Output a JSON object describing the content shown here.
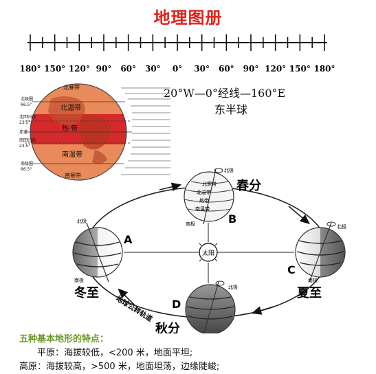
{
  "title": "地理图册",
  "longitude_scale": {
    "labels": [
      "180°",
      "150°",
      "120°",
      "90°",
      "60°",
      "30°",
      "0°",
      "30°",
      "60°",
      "90°",
      "120°",
      "150°",
      "180°"
    ]
  },
  "hemisphere": {
    "line": "20°W—0°经线—160°E",
    "name": "东半球"
  },
  "globe_zones": {
    "north_frigid": "北寒带",
    "north_temperate": "北温带",
    "tropic": "热  带",
    "south_temperate": "南温带",
    "south_frigid": "南寒带",
    "arctic_circle": "北极圈",
    "tropic_cancer": "北回归线",
    "equator": "赤道",
    "tropic_capricorn": "南回归线",
    "antarctic_circle": "南极圈",
    "deg_n": "66.5°",
    "deg_tn": "23.5°",
    "deg_ts": "23.5°",
    "deg_s": "66.5°"
  },
  "orbit": {
    "sun": "太阳",
    "orbit_label": "地球公转轨道",
    "north_pole": "北极",
    "south_pole": "南极",
    "positions": {
      "A": {
        "letter": "A",
        "season": "冬至"
      },
      "B": {
        "letter": "B",
        "season": "春分"
      },
      "C": {
        "letter": "C",
        "season": "夏至"
      },
      "D": {
        "letter": "D",
        "season": "秋分"
      }
    },
    "b_zones": [
      "北寒带",
      "北温带",
      "热带",
      "南温带"
    ]
  },
  "notes": {
    "title": "五种基本地形的特点：",
    "plain": "平原：海拔较低，<200 米，地面平坦;",
    "plateau": "高原：海拔较高，>500 米，地面坦荡，边缘陡峻;"
  },
  "colors": {
    "title_red": "#e0231c",
    "globe_orange": "#e98a5a",
    "globe_red": "#d62a2a",
    "notes_green": "#6b9a2a"
  }
}
